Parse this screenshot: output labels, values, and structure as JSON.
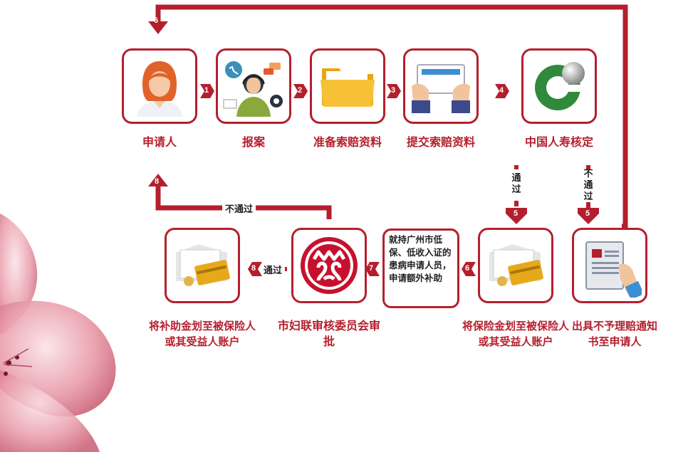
{
  "steps": {
    "applicant": "申请人",
    "report": "报案",
    "prepare_docs": "准备索赔资料",
    "submit_docs": "提交索赔资料",
    "china_life_review": "中国人寿核定",
    "transfer_insured": "将保险金划至被保险人或其受益人账户",
    "reject_notice": "出具不予理赔通知书至申请人",
    "federation_review": "市妇联审核委员会审批",
    "transfer_subsidy": "将补助金划至被保险人或其受益人账户"
  },
  "info_box": "就持广州市低保、低收入证的患病申请人员，申请额外补助",
  "paths": {
    "pass": "通过",
    "fail": "不通过"
  },
  "step_numbers": [
    "1",
    "2",
    "3",
    "4",
    "5",
    "5",
    "6",
    "6",
    "7",
    "8",
    "8"
  ],
  "colors": {
    "accent": "#b51f2d",
    "china_life_green": "#2f8a3c",
    "federation_red": "#c8102e"
  },
  "icons": [
    "person-icon",
    "call-center-icon",
    "folder-icon",
    "tablet-hands-icon",
    "china-life-logo",
    "card-folder-icon",
    "federation-logo",
    "document-hand-icon"
  ]
}
